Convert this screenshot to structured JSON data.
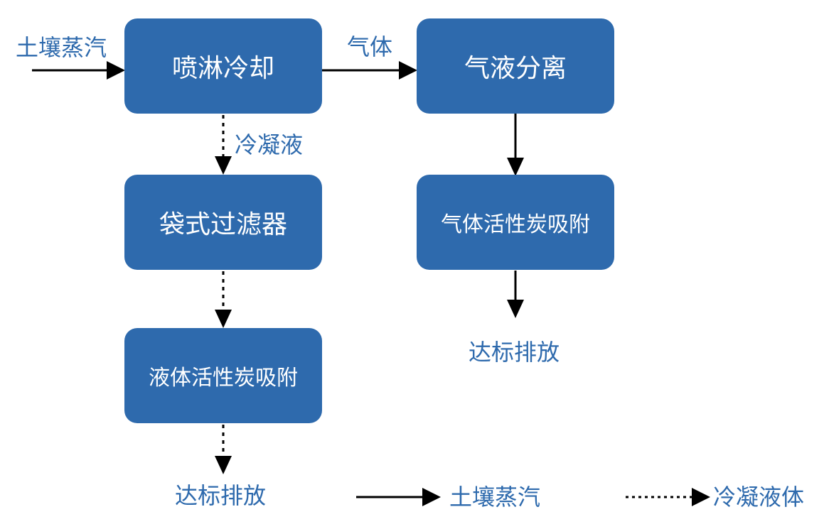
{
  "colors": {
    "box_fill": "#2e6aad",
    "box_text": "#ffffff",
    "label": "#2e6aad",
    "line": "#000000"
  },
  "nodes": {
    "spray_cooling": "喷淋冷却",
    "gas_liquid_separation": "气液分离",
    "bag_filter": "袋式过滤器",
    "gas_carbon_adsorption": "气体活性炭吸附",
    "liquid_carbon_adsorption": "液体活性炭吸附"
  },
  "edge_labels": {
    "input": "土壤蒸汽",
    "gas": "气体",
    "condensate": "冷凝液",
    "gas_output": "达标排放",
    "liquid_output": "达标排放"
  },
  "legend": {
    "solid": "土壤蒸汽",
    "dotted": "冷凝液体"
  }
}
